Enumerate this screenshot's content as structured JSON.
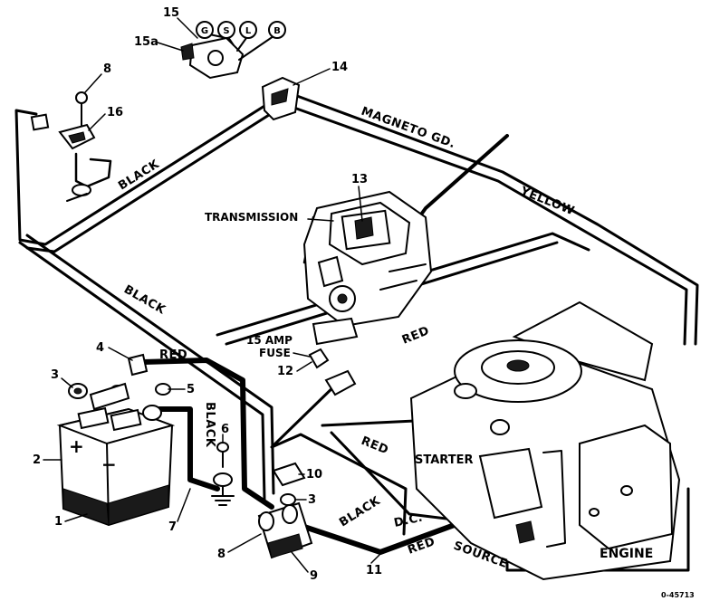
{
  "diagram": {
    "part_numbers": {
      "n1": "1",
      "n2": "2",
      "n3a": "3",
      "n3b": "3",
      "n4": "4",
      "n5": "5",
      "n6": "6",
      "n7": "7",
      "n8a": "8",
      "n8b": "8",
      "n9": "9",
      "n10": "10",
      "n11": "11",
      "n12": "12",
      "n13": "13",
      "n14": "14",
      "n15": "15",
      "n15a": "15a",
      "n16": "16"
    },
    "switch_terminals": {
      "g": "G",
      "s": "S",
      "l": "L",
      "b": "B"
    },
    "components": {
      "transmission": "TRANSMISSION",
      "fuse_line1": "15 AMP",
      "fuse_line2": "FUSE",
      "starter": "STARTER",
      "engine": "ENGINE"
    },
    "wire_labels": {
      "magneto": "MAGNETO GD.",
      "yellow": "YELLOW",
      "black_top": "BLACK",
      "black_left": "BLACK",
      "red_top": "RED",
      "red_right": "RED",
      "black_vertical": "BLACK",
      "red_starter": "RED",
      "black_bottom": "BLACK",
      "dc": "D.C.",
      "red_bottom": "RED",
      "source": "SOURCE"
    },
    "battery_marks": {
      "plus": "+",
      "minus": "−"
    },
    "corner_code": "0-45713"
  }
}
